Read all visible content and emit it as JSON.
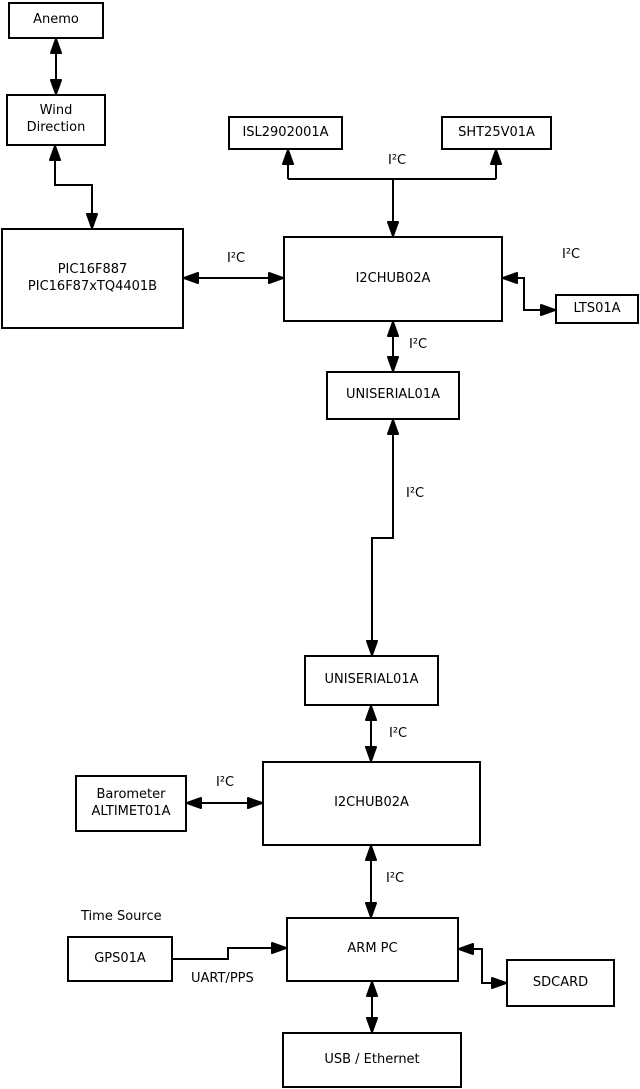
{
  "diagram": {
    "background": "#ffffff",
    "stroke_color": "#000000",
    "nodes": {
      "anemo": {
        "label": "Anemo"
      },
      "wind_direction": {
        "label": "Wind",
        "label2": "Direction"
      },
      "pic_controller": {
        "label": "PIC16F887",
        "label2": "PIC16F87xTQ4401B"
      },
      "light_sensor": {
        "label": "ISL2902001A"
      },
      "humidity_sensor": {
        "label": "SHT25V01A"
      },
      "i2c_hub_upper": {
        "label": "I2CHUB02A"
      },
      "temp_sensor": {
        "label": "LTS01A"
      },
      "serial_bridge_upper": {
        "label": "UNISERIAL01A"
      },
      "serial_bridge_lower": {
        "label": "UNISERIAL01A"
      },
      "i2c_hub_lower": {
        "label": "I2CHUB02A"
      },
      "barometer": {
        "label": "Barometer",
        "label2": "ALTIMET01A"
      },
      "arm_pc": {
        "label": "ARM PC"
      },
      "gps": {
        "label": "GPS01A"
      },
      "sdcard": {
        "label": "SDCARD"
      },
      "usb_ethernet": {
        "label": "USB / Ethernet"
      }
    },
    "edge_labels": {
      "i2c_pic_hub": "I²C",
      "i2c_sensor_tee": "I²C",
      "i2c_hub_lts": "I²C",
      "i2c_hub_serial_upper": "I²C",
      "i2c_serial_link": "I²C",
      "i2c_serial_hub_lower": "I²C",
      "i2c_barometer_hub": "I²C",
      "i2c_hub_arm": "I²C",
      "time_source": "Time Source",
      "uart_pps": "UART/PPS"
    }
  }
}
